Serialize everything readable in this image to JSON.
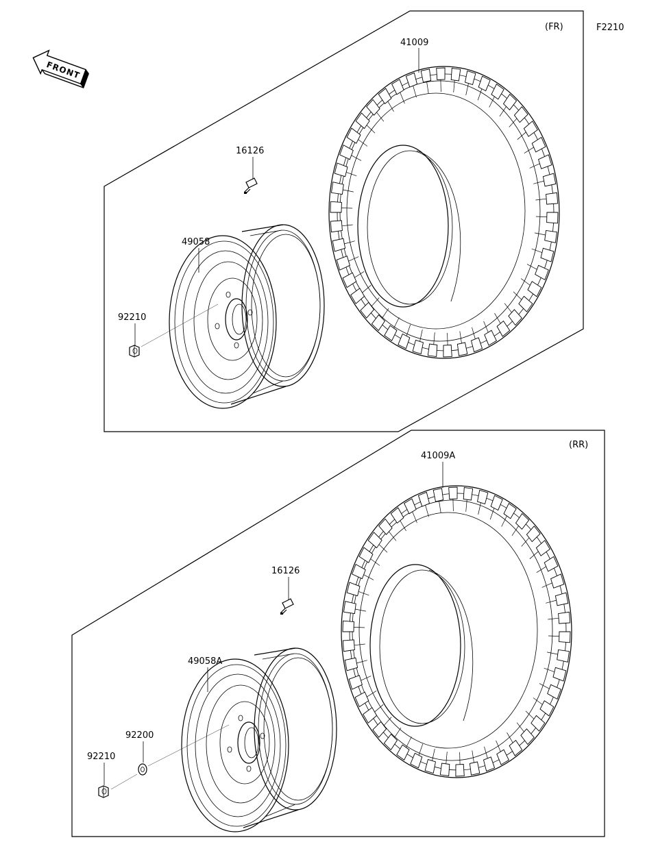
{
  "diagram": {
    "code": "F2210",
    "front_label": "FRONT",
    "sections": [
      {
        "id": "front",
        "label": "(FR)",
        "parts": {
          "tire": "41009",
          "valve": "16126",
          "wheel": "49058",
          "nut": "92210"
        }
      },
      {
        "id": "rear",
        "label": "(RR)",
        "parts": {
          "tire": "41009A",
          "valve": "16126",
          "wheel": "49058A",
          "washer": "92200",
          "nut": "92210"
        }
      }
    ]
  }
}
